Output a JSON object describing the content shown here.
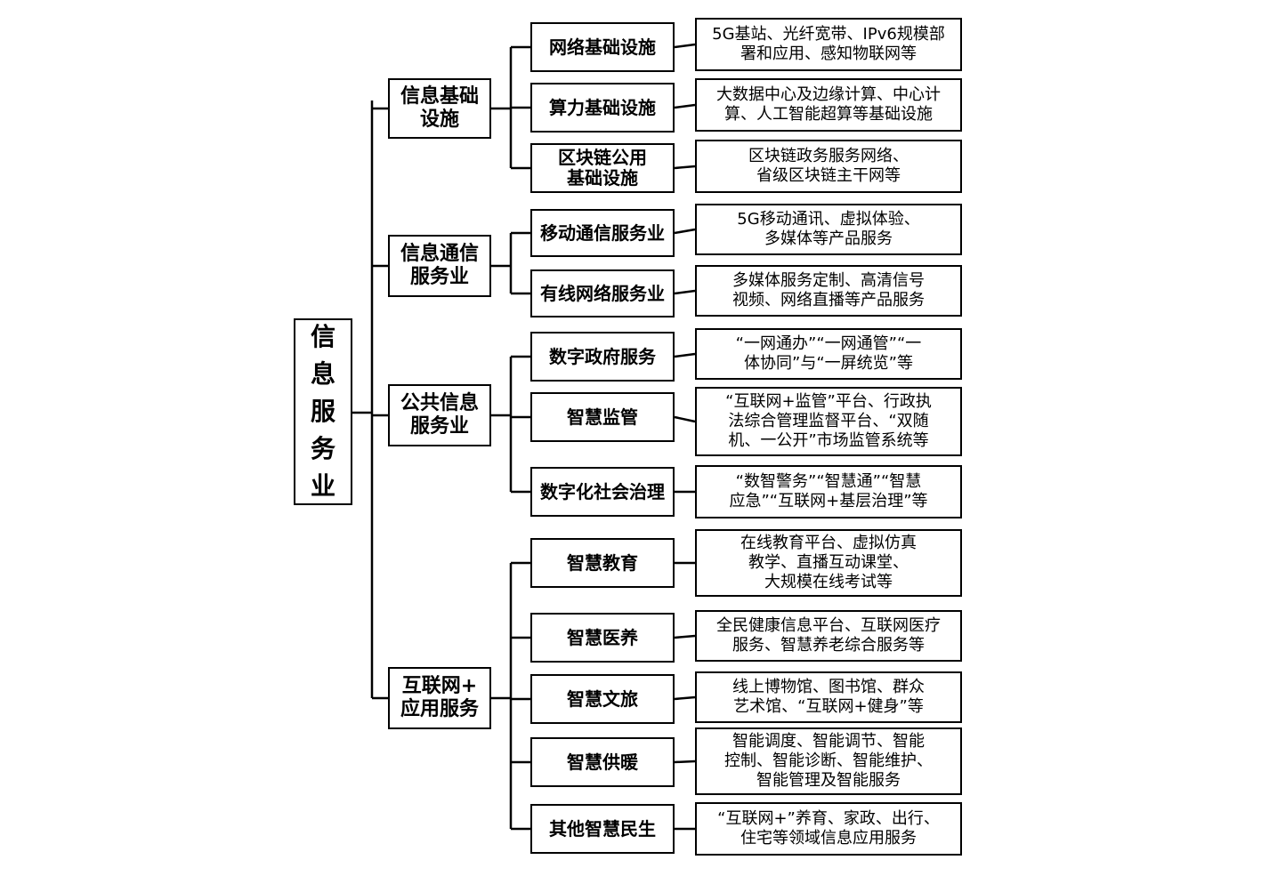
{
  "root": {
    "label": "信\n息\n服\n务\n业"
  },
  "categories": [
    {
      "label": "信息基础\n设施",
      "children": [
        {
          "label": "网络基础设施",
          "detail": "5G基站、光纤宽带、IPv6规模部\n署和应用、感知物联网等"
        },
        {
          "label": "算力基础设施",
          "detail": "大数据中心及边缘计算、中心计\n算、人工智能超算等基础设施"
        },
        {
          "label": "区块链公用\n基础设施",
          "detail": "区块链政务服务网络、\n省级区块链主干网等"
        }
      ]
    },
    {
      "label": "信息通信\n服务业",
      "children": [
        {
          "label": "移动通信服务业",
          "detail": "5G移动通讯、虚拟体验、\n多媒体等产品服务"
        },
        {
          "label": "有线网络服务业",
          "detail": "多媒体服务定制、高清信号\n视频、网络直播等产品服务"
        }
      ]
    },
    {
      "label": "公共信息\n服务业",
      "children": [
        {
          "label": "数字政府服务",
          "detail": "“一网通办”“一网通管”“一\n体协同”与“一屏统览”等"
        },
        {
          "label": "智慧监管",
          "detail": "“互联网+监管”平台、行政执\n法综合管理监督平台、“双随\n机、一公开”市场监管系统等"
        },
        {
          "label": "数字化社会治理",
          "detail": "“数智警务”“智慧通”“智慧\n应急”“互联网+基层治理”等"
        }
      ]
    },
    {
      "label": "互联网+\n应用服务",
      "children": [
        {
          "label": "智慧教育",
          "detail": "在线教育平台、虚拟仿真\n教学、直播互动课堂、\n大规模在线考试等"
        },
        {
          "label": "智慧医养",
          "detail": "全民健康信息平台、互联网医疗\n服务、智慧养老综合服务等"
        },
        {
          "label": "智慧文旅",
          "detail": "线上博物馆、图书馆、群众\n艺术馆、“互联网+健身”等"
        },
        {
          "label": "智慧供暖",
          "detail": "智能调度、智能调节、智能\n控制、智能诊断、智能维护、\n智能管理及智能服务"
        },
        {
          "label": "其他智慧民生",
          "detail": "“互联网+”养育、家政、出行、\n住宅等领域信息应用服务"
        }
      ]
    }
  ]
}
